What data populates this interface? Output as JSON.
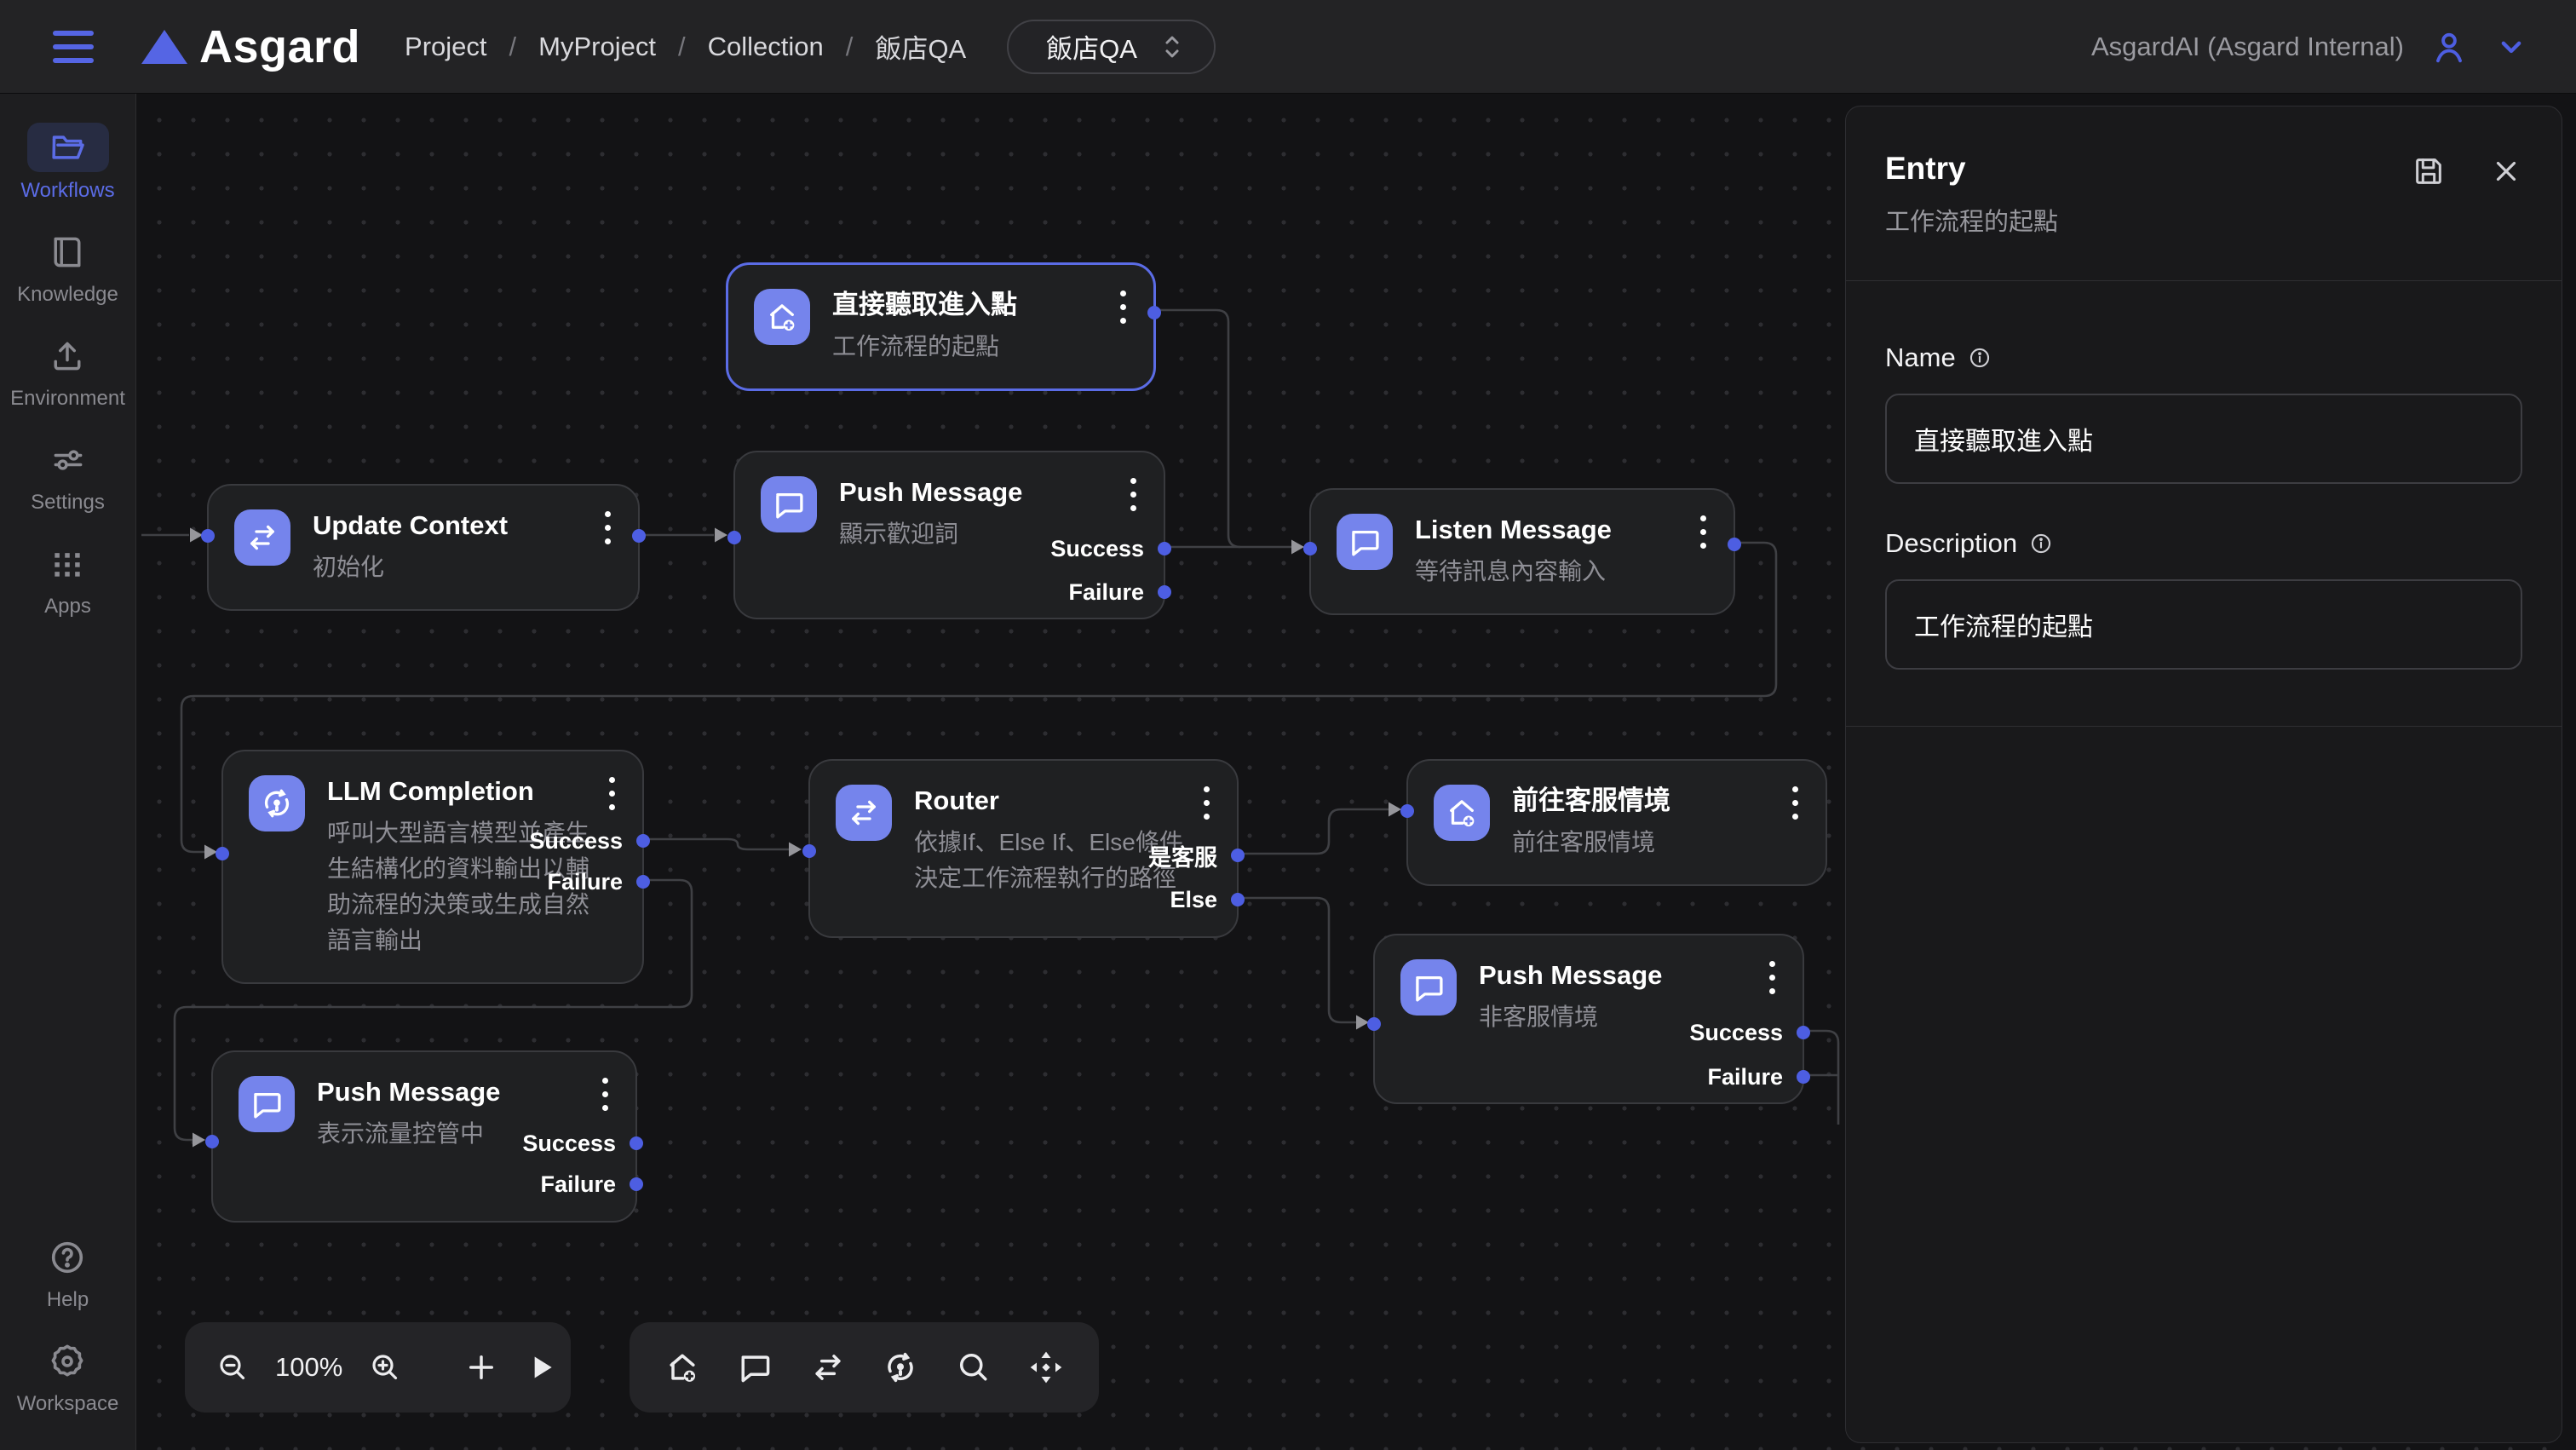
{
  "topbar": {
    "app_name": "Asgard",
    "breadcrumbs": [
      "Project",
      "MyProject",
      "Collection",
      "飯店QA"
    ],
    "separator": "/",
    "workflow_selector": "飯店QA",
    "account_label": "AsgardAI (Asgard Internal)"
  },
  "sidebar": {
    "items": [
      {
        "label": "Workflows",
        "icon": "folder-open-icon",
        "active": true
      },
      {
        "label": "Knowledge",
        "icon": "book-icon",
        "active": false
      },
      {
        "label": "Environment",
        "icon": "upload-icon",
        "active": false
      },
      {
        "label": "Settings",
        "icon": "sliders-icon",
        "active": false
      },
      {
        "label": "Apps",
        "icon": "grid-dots-icon",
        "active": false
      }
    ],
    "footer_items": [
      {
        "label": "Help",
        "icon": "help-circle-icon"
      },
      {
        "label": "Workspace",
        "icon": "gear-icon"
      }
    ]
  },
  "canvas": {
    "zoom_level": "100%",
    "nodes": [
      {
        "title": "直接聽取進入點",
        "description": "工作流程的起點",
        "icon": "entry-house-plus-icon",
        "selected": true,
        "outputs": []
      },
      {
        "title": "Update Context",
        "description": "初始化",
        "icon": "swap-arrows-icon",
        "selected": false,
        "outputs": []
      },
      {
        "title": "Push Message",
        "description": "顯示歡迎詞",
        "icon": "chat-bubble-icon",
        "selected": false,
        "outputs": [
          "Success",
          "Failure"
        ]
      },
      {
        "title": "Listen Message",
        "description": "等待訊息內容輸入",
        "icon": "chat-bubble-icon",
        "selected": false,
        "outputs": []
      },
      {
        "title": "LLM Completion",
        "description": "呼叫大型語言模型並產生生結構化的資料輸出以輔助流程的決策或生成自然語言輸出",
        "icon": "llm-bulb-refresh-icon",
        "selected": false,
        "outputs": [
          "Success",
          "Failure"
        ]
      },
      {
        "title": "Router",
        "description": "依據If、Else If、Else條件決定工作流程執行的路徑",
        "icon": "swap-arrows-icon",
        "selected": false,
        "outputs": [
          "是客服",
          "Else"
        ]
      },
      {
        "title": "前往客服情境",
        "description": "前往客服情境",
        "icon": "entry-house-plus-icon",
        "selected": false,
        "outputs": []
      },
      {
        "title": "Push Message",
        "description": "非客服情境",
        "icon": "chat-bubble-icon",
        "selected": false,
        "outputs": [
          "Success",
          "Failure"
        ]
      },
      {
        "title": "Push Message",
        "description": "表示流量控管中",
        "icon": "chat-bubble-icon",
        "selected": false,
        "outputs": [
          "Success",
          "Failure"
        ]
      }
    ],
    "toolbar_tools_icons": [
      "entry-house-plus-icon",
      "chat-bubble-icon",
      "swap-arrows-icon",
      "llm-bulb-refresh-icon",
      "search-icon",
      "move-icon"
    ]
  },
  "panel": {
    "title": "Entry",
    "subtitle": "工作流程的起點",
    "name_label": "Name",
    "name_value": "直接聽取進入點",
    "description_label": "Description",
    "description_value": "工作流程的起點"
  }
}
